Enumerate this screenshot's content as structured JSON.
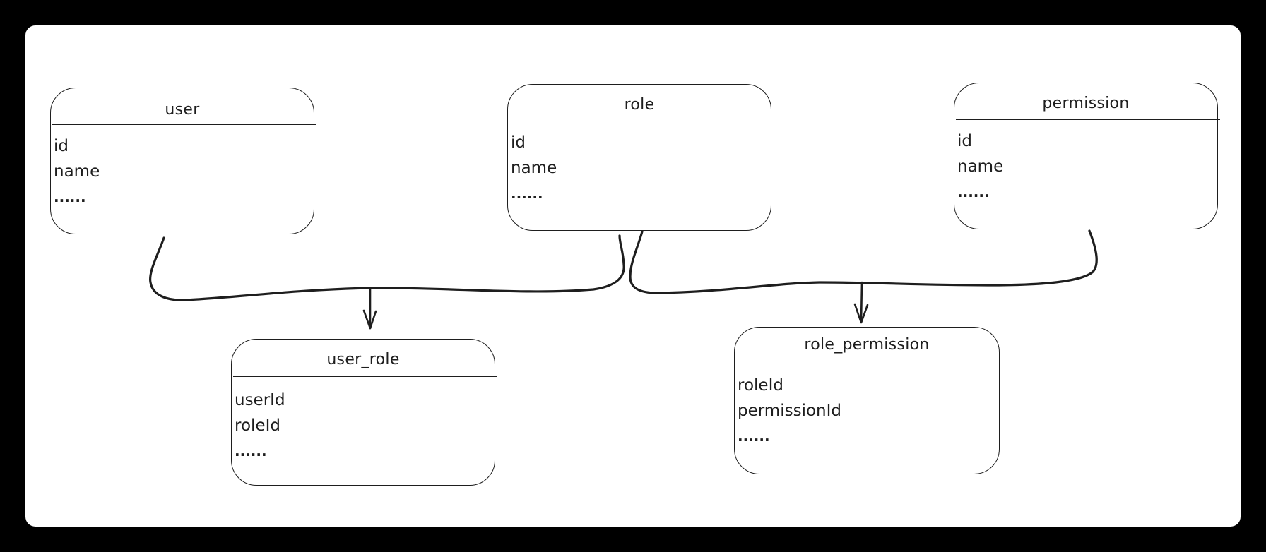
{
  "diagram": {
    "type": "entity-relationship",
    "background_color": "#000000",
    "canvas_color": "#ffffff",
    "stroke_color": "#1e1e1e"
  },
  "entities": {
    "user": {
      "title": "user",
      "fields": [
        "id",
        "name",
        "......"
      ]
    },
    "role": {
      "title": "role",
      "fields": [
        "id",
        "name",
        "......"
      ]
    },
    "permission": {
      "title": "permission",
      "fields": [
        "id",
        "name",
        "......"
      ]
    },
    "user_role": {
      "title": "user_role",
      "fields": [
        "userId",
        "roleId",
        "......"
      ]
    },
    "role_permission": {
      "title": "role_permission",
      "fields": [
        "roleId",
        "permissionId",
        "......"
      ]
    }
  },
  "relationships": [
    {
      "from": [
        "user",
        "role"
      ],
      "to": "user_role",
      "arrow": "down"
    },
    {
      "from": [
        "role",
        "permission"
      ],
      "to": "role_permission",
      "arrow": "down"
    }
  ]
}
